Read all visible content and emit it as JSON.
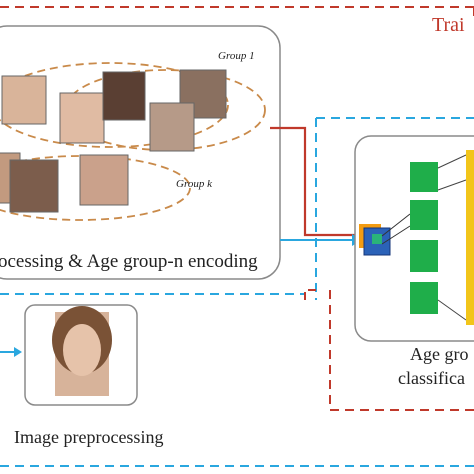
{
  "title_partial": "Trai",
  "group_labels": {
    "group1": "Group 1",
    "groupk": "Group k"
  },
  "encoding_label": "ocessing & Age group-n encoding",
  "image_preprocessing_label": "Image preprocessing",
  "age_group_label_line1": "Age gro",
  "age_group_label_line2": "classifica",
  "colors": {
    "train_red": "#c0392b",
    "arrow_blue": "#2aa7df",
    "dashed_orange": "#c98a4a",
    "net_green": "#1fae4a",
    "fc_yellow": "#f2c51a",
    "box_border": "#888888"
  },
  "faces": [
    {
      "name": "face-1"
    },
    {
      "name": "face-2"
    },
    {
      "name": "face-3"
    },
    {
      "name": "face-4"
    },
    {
      "name": "face-5"
    },
    {
      "name": "face-6"
    },
    {
      "name": "face-7"
    },
    {
      "name": "face-8"
    },
    {
      "name": "face-9"
    },
    {
      "name": "face-10"
    }
  ]
}
